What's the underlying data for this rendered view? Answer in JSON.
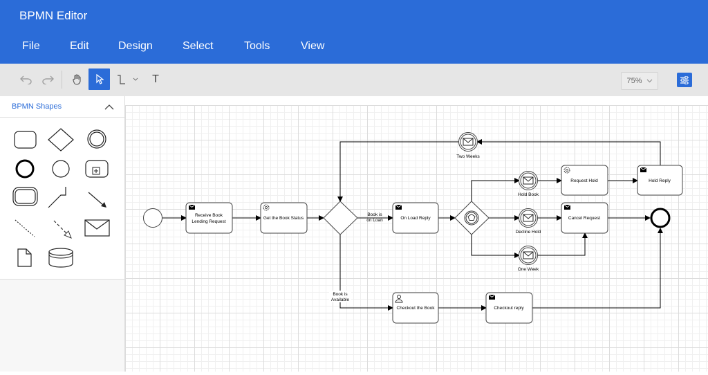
{
  "app": {
    "title": "BPMN Editor"
  },
  "menu": {
    "items": [
      "File",
      "Edit",
      "Design",
      "Select",
      "Tools",
      "View"
    ]
  },
  "toolbar": {
    "zoom": "75%",
    "text_tool_label": "T"
  },
  "palette": {
    "title": "BPMN Shapes"
  },
  "diagram": {
    "receive_book": [
      "Receive Book",
      "Lending Request"
    ],
    "get_status": "Get the Book Status",
    "on_load_reply": "On Load Reply",
    "request_hold": "Request Hold",
    "hold_reply": "Hold Reply",
    "cancel_request": "Cancel Request",
    "checkout_book": "Checkout the Book",
    "checkout_reply": "Checkout reply",
    "two_weeks": "Two Weeks",
    "hold_book": "Hold Book",
    "decline_hold": "Decline Hold",
    "one_week": "One Week",
    "book_on_loan": [
      "Book is",
      "on Loan"
    ],
    "book_available": [
      "Book is",
      "Available"
    ]
  },
  "colors": {
    "header": "#2b6cd8",
    "toolbar": "#e6e6e6",
    "selected_tool": "#2b6cd8"
  }
}
